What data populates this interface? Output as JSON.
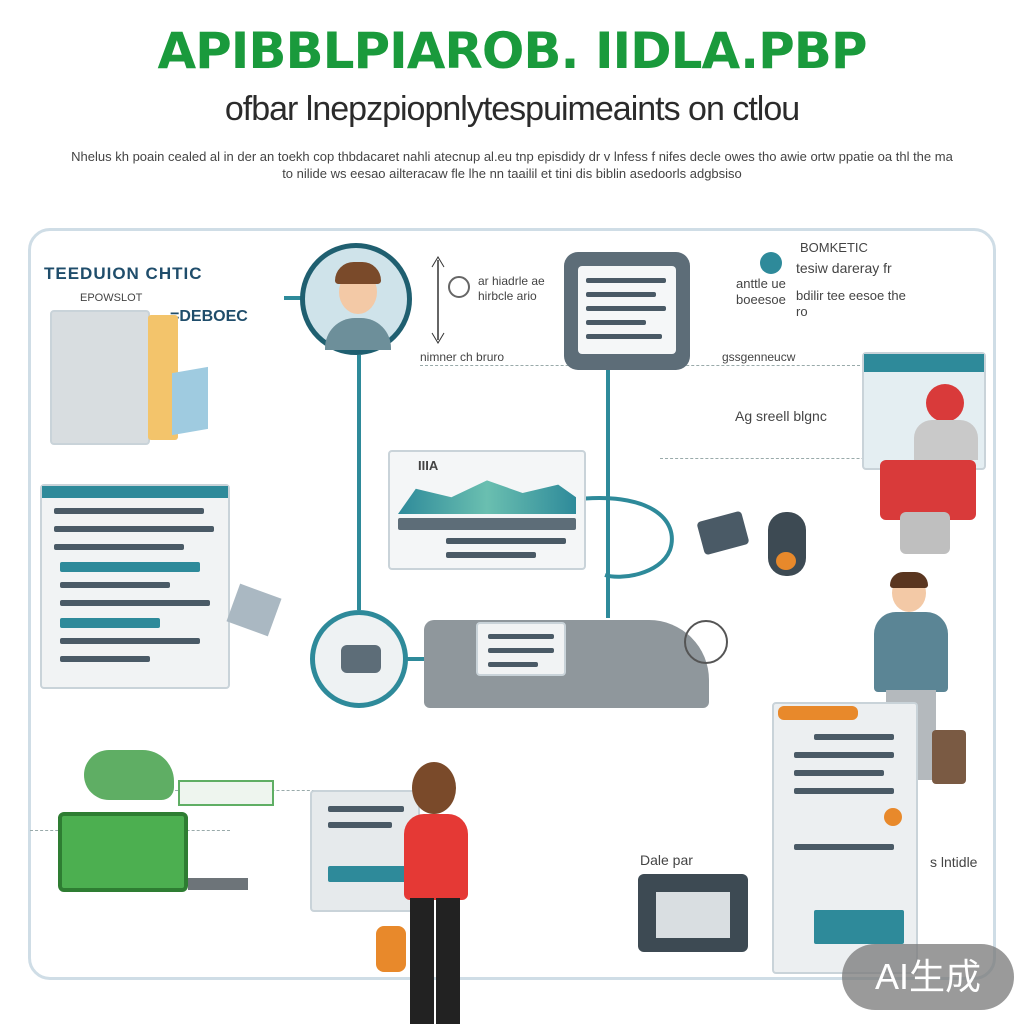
{
  "header": {
    "title": "APIBBLPIAROB. IIDLA.PBP",
    "subtitle": "ofbar lnepzpiopnlytespuimeaints on ctlou",
    "description": "Nhelus kh poain cealed al in der an toekh cop thbdacaret nahli atecnup al.eu tnp episdidy dr v lnfess f nifes decle owes tho awie ortw ppatie oa thl the ma to nilide ws eesao ailteracaw fle lhe nn taailil et tini dis biblin asedoorls adgbsiso",
    "title_color_green": "#1a9a3c",
    "title_color_navy": "#1f4d6b"
  },
  "labels": {
    "top_left_1": "TEEDUION CHTIC",
    "top_left_2": "EPOWSLOT",
    "top_left_3": "=DEBOEC",
    "center_top": "ar hiadrle ae hirbcle ario",
    "center_dash": "nimner ch bruro",
    "top_right_heading": "BOMKETIC",
    "top_right_sub": "tesiw dareray fr",
    "right_mid_1": "anttle ue boeesoe",
    "right_mid_2": "bdilir tee eesoe the ro",
    "right_dash": "gssgenneucw",
    "right_label": "Ag sreell blgnc",
    "mid_screen": "IIIA",
    "bottom_right_left": "Dale par",
    "bottom_right_right": "s lntidle"
  },
  "badge": {
    "text": "AI生成"
  },
  "colors": {
    "teal": "#2e8a9a",
    "green": "#4caf50",
    "red": "#e53935",
    "orange": "#e8892b",
    "frame": "#cfdde6"
  },
  "icons": [
    "user-avatar-icon",
    "monitor-icon",
    "document-icon",
    "camera-icon",
    "person-icon",
    "laptop-icon",
    "folder-icon",
    "hand-icon"
  ]
}
